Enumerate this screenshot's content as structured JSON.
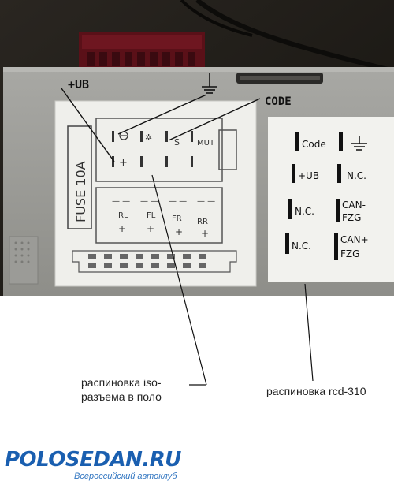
{
  "photo": {
    "handwritten_labels": {
      "plus_ub": "+UB",
      "code": "CODE"
    },
    "sticker": {
      "fuse": "FUSE 10A",
      "mute": "MUT",
      "s": "S",
      "rl": "RL",
      "fl": "FL",
      "fr": "FR",
      "rr": "RR"
    },
    "card": {
      "code": "Code",
      "plus_ub": "+UB",
      "nc1": "N.C.",
      "nc2": "N.C.",
      "nc3": "N.C.",
      "can_low_1": "CAN-",
      "can_low_2": "FZG",
      "can_high_1": "CAN+",
      "can_high_2": "FZG"
    }
  },
  "captions": {
    "iso_line1": "распиновка iso-",
    "iso_line2": "разъема в поло",
    "rcd": "распиновка rcd-310"
  },
  "logo": {
    "main": "POLOSEDAN.RU",
    "sub": "Всероссийский автоклуб"
  }
}
